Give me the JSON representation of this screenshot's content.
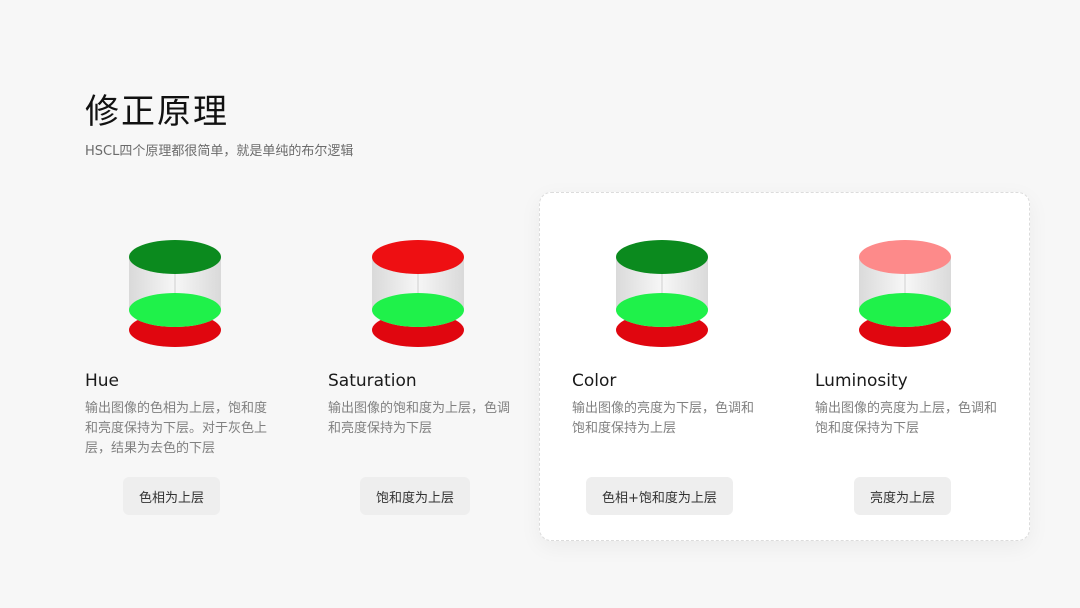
{
  "title": "修正原理",
  "subtitle": "HSCL四个原理都很简单，就是单纯的布尔逻辑",
  "cards": [
    {
      "name": "Hue",
      "desc": "输出图像的色相为上层，饱和度和亮度保持为下层。对于灰色上层，结果为去色的下层",
      "button": "色相为上层",
      "colors": {
        "top": "#0b8a1e",
        "middle": "#1ff14a",
        "bottom": "#e0060f"
      }
    },
    {
      "name": "Saturation",
      "desc": "输出图像的饱和度为上层，色调和亮度保持为下层",
      "button": "饱和度为上层",
      "colors": {
        "top": "#ee0f12",
        "middle": "#1ff14a",
        "bottom": "#e0060f"
      }
    },
    {
      "name": "Color",
      "desc": "输出图像的亮度为下层，色调和饱和度保持为上层",
      "button": "色相+饱和度为上层",
      "colors": {
        "top": "#0b8a1e",
        "middle": "#1ff14a",
        "bottom": "#e0060f"
      }
    },
    {
      "name": "Luminosity",
      "desc": "输出图像的亮度为上层，色调和饱和度保持为下层",
      "button": "亮度为上层",
      "colors": {
        "top": "#fd8a8a",
        "middle": "#1ff14a",
        "bottom": "#e0060f"
      }
    }
  ]
}
